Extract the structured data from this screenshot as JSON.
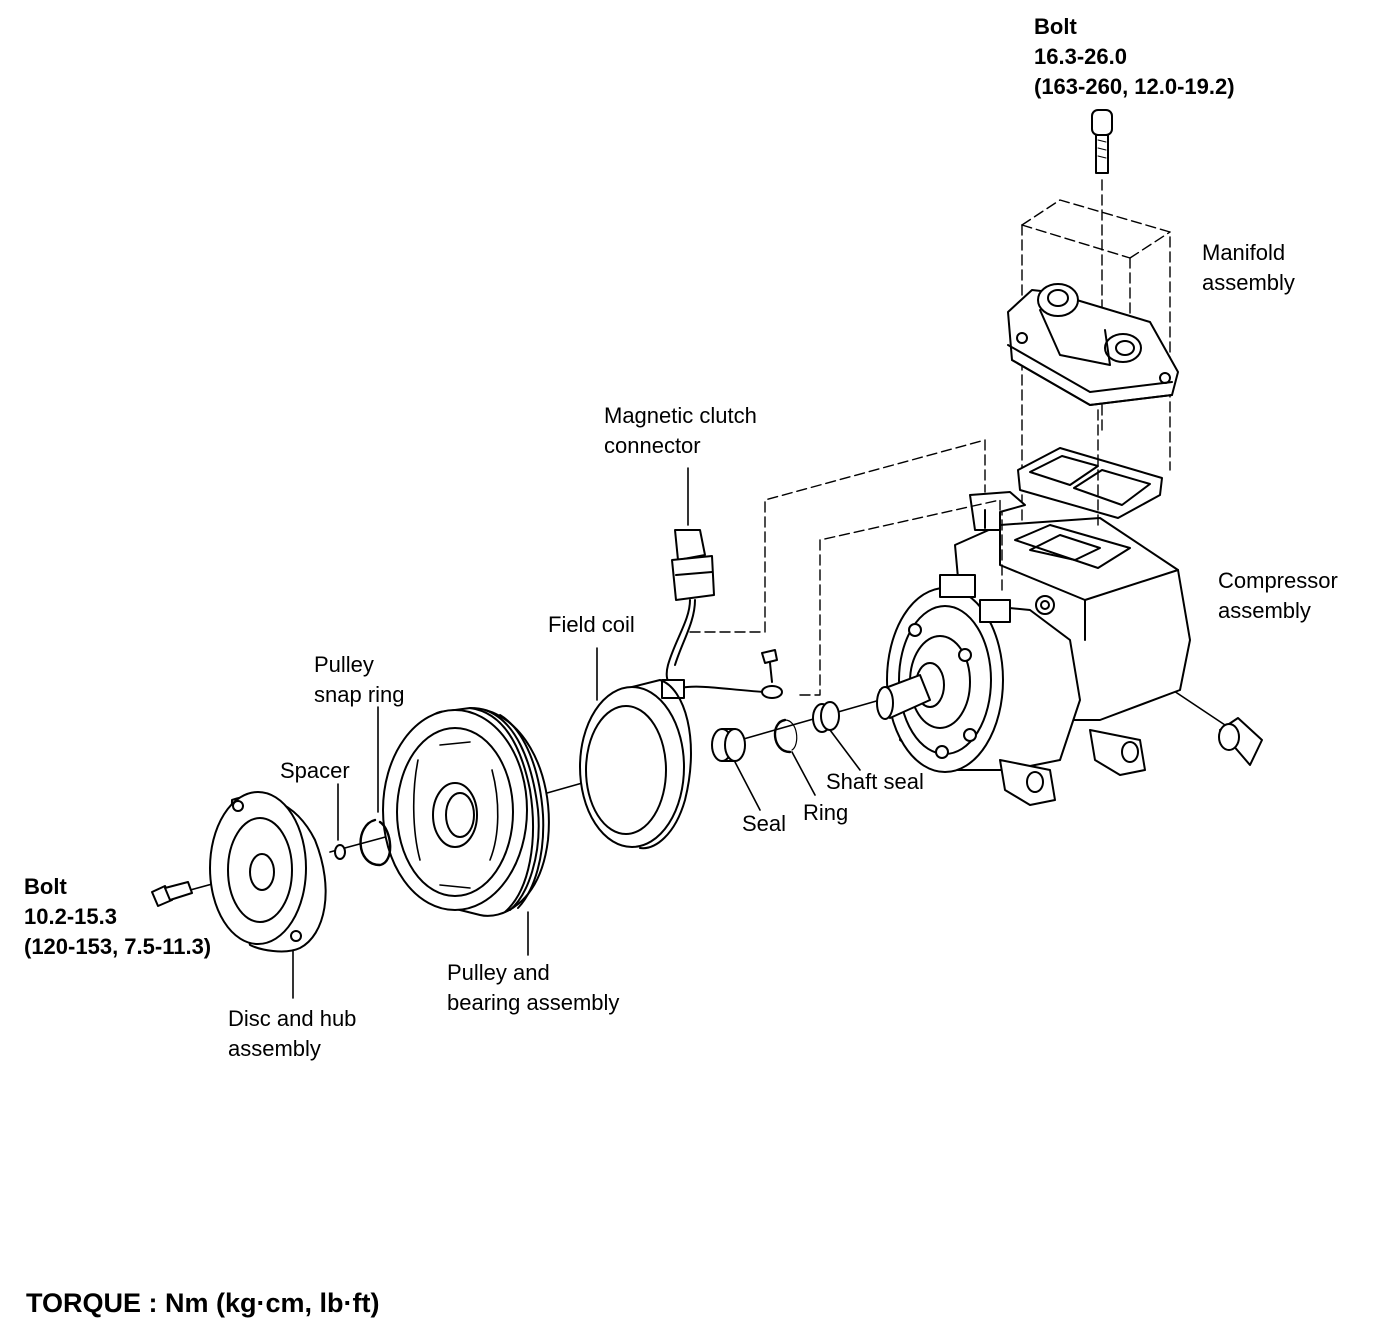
{
  "labels": {
    "bolt_top": {
      "title": "Bolt",
      "value": "16.3-26.0",
      "alt": "(163-260, 12.0-19.2)"
    },
    "manifold": {
      "line1": "Manifold",
      "line2": "assembly"
    },
    "magnetic_clutch": {
      "line1": "Magnetic clutch",
      "line2": "connector"
    },
    "compressor": {
      "line1": "Compressor",
      "line2": "assembly"
    },
    "field_coil": "Field coil",
    "pulley_snap_ring": {
      "line1": "Pulley",
      "line2": "snap ring"
    },
    "spacer": "Spacer",
    "shaft_seal": "Shaft seal",
    "seal": "Seal",
    "ring": "Ring",
    "bolt_left": {
      "title": "Bolt",
      "value": "10.2-15.3",
      "alt": "(120-153, 7.5-11.3)"
    },
    "pulley_bearing": {
      "line1": "Pulley and",
      "line2": "bearing assembly"
    },
    "disc_hub": {
      "line1": "Disc and hub",
      "line2": "assembly"
    }
  },
  "footer": "TORQUE : Nm (kg·cm, lb·ft)"
}
